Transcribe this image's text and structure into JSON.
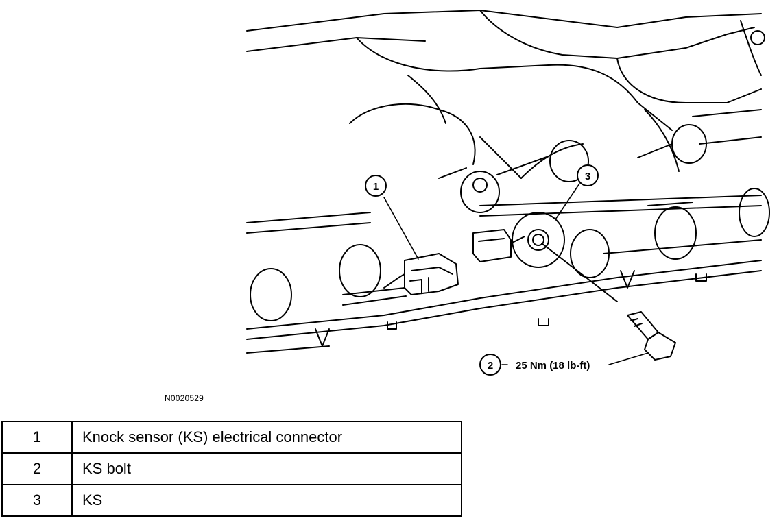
{
  "diagram": {
    "callouts": [
      {
        "number": "1"
      },
      {
        "number": "2"
      },
      {
        "number": "3"
      }
    ],
    "torque_spec": "25 Nm (18 lb-ft)",
    "figure_id": "N0020529"
  },
  "legend": {
    "rows": [
      {
        "number": "1",
        "description": "Knock sensor (KS) electrical connector"
      },
      {
        "number": "2",
        "description": "KS bolt"
      },
      {
        "number": "3",
        "description": "KS"
      }
    ]
  }
}
